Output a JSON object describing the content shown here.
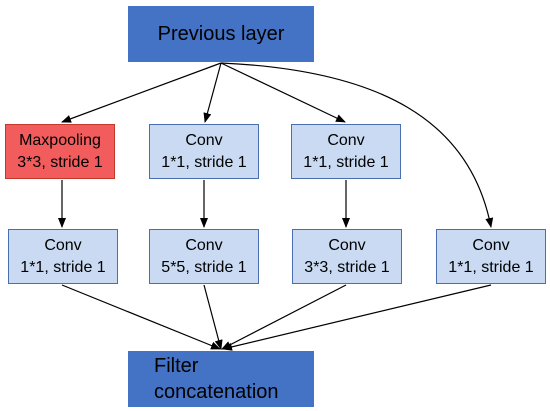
{
  "nodes": {
    "previous": {
      "text": "Previous layer"
    },
    "maxpool": {
      "line1": "Maxpooling",
      "line2": "3*3, stride 1"
    },
    "conv_a1": {
      "line1": "Conv",
      "line2": "1*1, stride 1"
    },
    "conv_b1": {
      "line1": "Conv",
      "line2": "1*1, stride 1"
    },
    "conv_a2": {
      "line1": "Conv",
      "line2": "1*1, stride 1"
    },
    "conv_b2": {
      "line1": "Conv",
      "line2": "5*5, stride 1"
    },
    "conv_c2": {
      "line1": "Conv",
      "line2": "3*3, stride 1"
    },
    "conv_d2": {
      "line1": "Conv",
      "line2": "1*1, stride 1"
    },
    "concat": {
      "line1": "Filter",
      "line2": "concatenation"
    }
  },
  "colors": {
    "dark_box": "#4472c4",
    "light_box": "#c9daf2",
    "highlight_box": "#f25c5c",
    "edge": "#000000"
  },
  "edges": [
    {
      "from": "previous",
      "to": "maxpool"
    },
    {
      "from": "previous",
      "to": "conv_a1"
    },
    {
      "from": "previous",
      "to": "conv_b1"
    },
    {
      "from": "previous",
      "to": "conv_d2"
    },
    {
      "from": "maxpool",
      "to": "conv_a2"
    },
    {
      "from": "conv_a1",
      "to": "conv_b2"
    },
    {
      "from": "conv_b1",
      "to": "conv_c2"
    },
    {
      "from": "conv_a2",
      "to": "concat"
    },
    {
      "from": "conv_b2",
      "to": "concat"
    },
    {
      "from": "conv_c2",
      "to": "concat"
    },
    {
      "from": "conv_d2",
      "to": "concat"
    }
  ]
}
